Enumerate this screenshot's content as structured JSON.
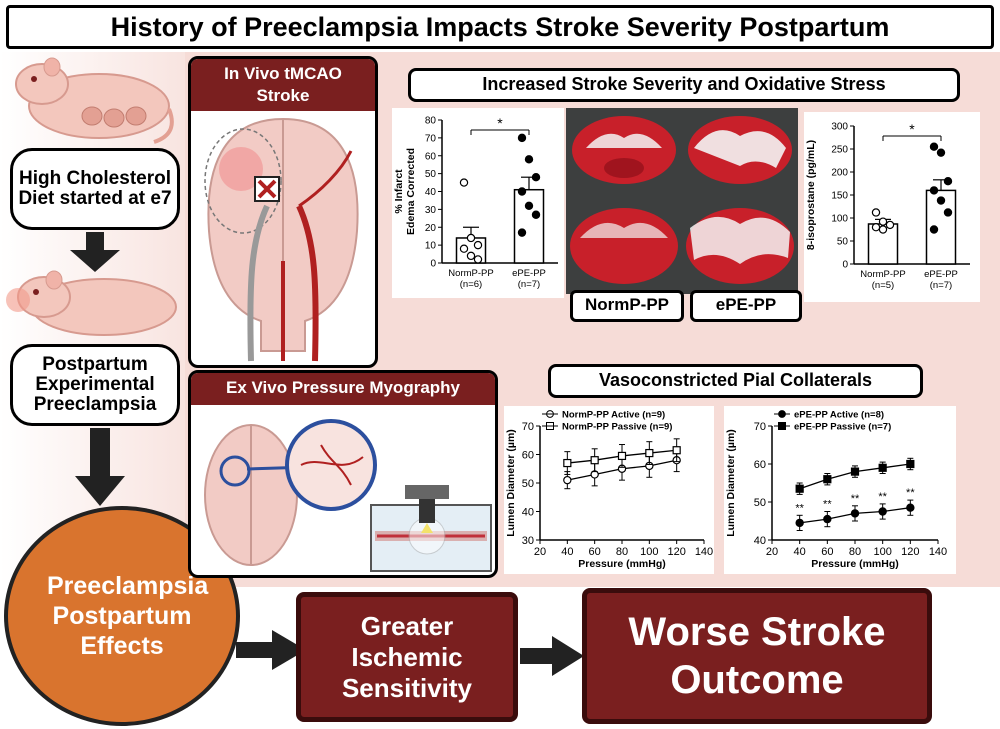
{
  "title": "History of Preeclampsia Impacts Stroke Severity Postpartum",
  "left_flow": {
    "step1": "High Cholesterol Diet started at e7",
    "step2": "Postpartum Experimental Preeclampsia",
    "effects": "Preeclampsia Postpartum Effects"
  },
  "outcome": {
    "sensitivity": "Greater Ischemic Sensitivity",
    "worse": "Worse Stroke Outcome"
  },
  "panels": {
    "invivo": "In Vivo tMCAO Stroke",
    "exvivo": "Ex Vivo Pressure Myography",
    "stroke_header": "Increased Stroke Severity and Oxidative Stress",
    "pial_header": "Vasoconstricted Pial Collaterals",
    "photo_label_left": "NormP-PP",
    "photo_label_right": "ePE-PP"
  },
  "colors": {
    "dark_red": "#7a1f1f",
    "orange": "#d9742e",
    "pink_bg": "#f6dcd7",
    "artery_red": "#b02020"
  },
  "chart_data": [
    {
      "type": "bar",
      "ylabel": "% Infarct Edema Corrected",
      "ylim": [
        0,
        80
      ],
      "yticks": [
        0,
        10,
        20,
        30,
        40,
        50,
        60,
        70,
        80
      ],
      "categories": [
        "NormP-PP",
        "ePE-PP"
      ],
      "n_labels": [
        "(n=6)",
        "(n=7)"
      ],
      "values": [
        14,
        41
      ],
      "errors": [
        6,
        7
      ],
      "points": [
        [
          45,
          14,
          10,
          8,
          4,
          2
        ],
        [
          70,
          58,
          48,
          40,
          32,
          27,
          17
        ]
      ],
      "significance": "*"
    },
    {
      "type": "bar",
      "ylabel": "8-isoprostane (pg/mL)",
      "ylim": [
        0,
        300
      ],
      "yticks": [
        0,
        50,
        100,
        150,
        200,
        250,
        300
      ],
      "categories": [
        "NormP-PP",
        "ePE-PP"
      ],
      "n_labels": [
        "(n=5)",
        "(n=7)"
      ],
      "values": [
        87,
        160
      ],
      "errors": [
        10,
        23
      ],
      "points": [
        [
          112,
          92,
          85,
          80,
          75
        ],
        [
          255,
          242,
          180,
          160,
          138,
          112,
          75
        ]
      ],
      "significance": "*"
    },
    {
      "type": "line",
      "xlabel": "Pressure (mmHg)",
      "ylabel": "Lumen Diameter (µm)",
      "xlim": [
        20,
        140
      ],
      "ylim": [
        30,
        70
      ],
      "xticks": [
        20,
        40,
        60,
        80,
        100,
        120,
        140
      ],
      "yticks": [
        30,
        40,
        50,
        60,
        70
      ],
      "x": [
        40,
        60,
        80,
        100,
        120
      ],
      "series": [
        {
          "name": "NormP-PP Active (n=9)",
          "marker": "circle-open",
          "values": [
            51,
            53,
            55,
            56,
            58
          ],
          "errors": [
            3,
            4,
            4,
            4,
            4
          ]
        },
        {
          "name": "NormP-PP Passive (n=9)",
          "marker": "square-open",
          "values": [
            57,
            58,
            59.5,
            60.5,
            61.5
          ],
          "errors": [
            4,
            4,
            4,
            4,
            4
          ]
        }
      ],
      "annotations": []
    },
    {
      "type": "line",
      "xlabel": "Pressure (mmHg)",
      "ylabel": "Lumen Diameter (µm)",
      "xlim": [
        20,
        140
      ],
      "ylim": [
        40,
        70
      ],
      "xticks": [
        20,
        40,
        60,
        80,
        100,
        120,
        140
      ],
      "yticks": [
        40,
        50,
        60,
        70
      ],
      "x": [
        40,
        60,
        80,
        100,
        120
      ],
      "series": [
        {
          "name": "ePE-PP Active (n=8)",
          "marker": "circle-filled",
          "values": [
            44.5,
            45.5,
            47,
            47.5,
            48.5
          ],
          "errors": [
            2,
            2,
            2,
            2,
            2
          ]
        },
        {
          "name": "ePE-PP Passive (n=7)",
          "marker": "square-filled",
          "values": [
            53.5,
            56,
            58,
            59,
            60
          ],
          "errors": [
            1.5,
            1.5,
            1.5,
            1.5,
            1.5
          ]
        }
      ],
      "annotations": [
        "**",
        "**",
        "**",
        "**",
        "**"
      ]
    }
  ]
}
